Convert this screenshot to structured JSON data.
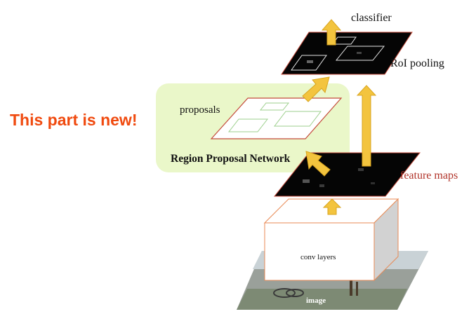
{
  "labels": {
    "new_part": "This part is new!",
    "classifier": "classifier",
    "roi_pooling": "RoI pooling",
    "proposals": "proposals",
    "rpn": "Region Proposal Network",
    "feature_maps": "feature maps",
    "conv_layers": "conv layers",
    "image": "image"
  },
  "colors": {
    "highlight_text": "#f04a0f",
    "rpn_background": "#eaf7c9",
    "arrow_fill": "#f3c43e",
    "feature_maps_text": "#b1342a",
    "map_fill": "#050505",
    "plane_border": "#c44a3a"
  }
}
